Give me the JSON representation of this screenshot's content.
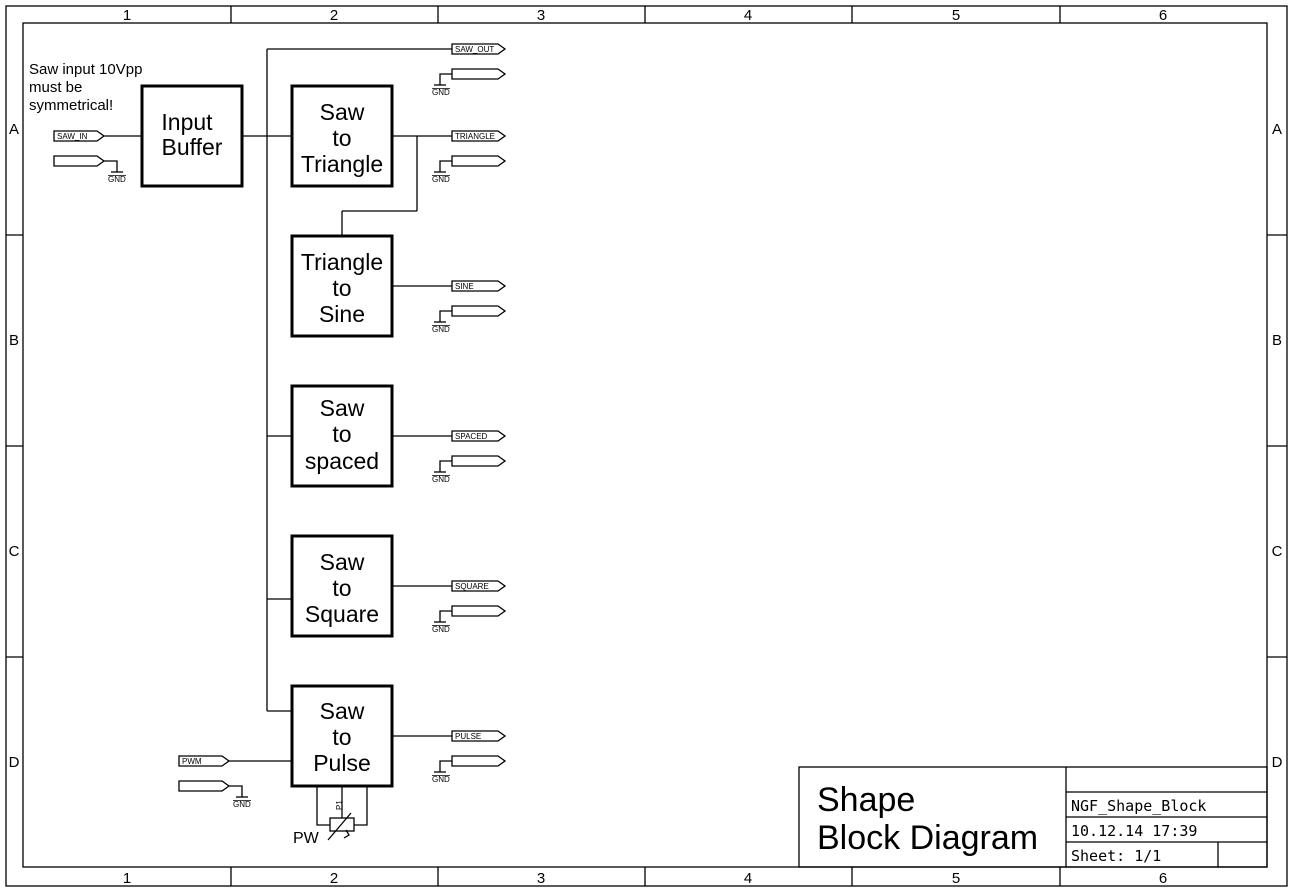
{
  "frame": {
    "cols": [
      "1",
      "2",
      "3",
      "4",
      "5",
      "6"
    ],
    "rows": [
      "A",
      "B",
      "C",
      "D"
    ]
  },
  "note": [
    "Saw input 10Vpp",
    "must be",
    "symmetrical!"
  ],
  "ports": {
    "saw_in": "SAW_IN",
    "saw_out": "SAW_OUT",
    "triangle": "TRIANGLE",
    "sine": "SINE",
    "spaced": "SPACED",
    "square": "SQUARE",
    "pulse": "PULSE",
    "pwm": "PWM",
    "gnd": "GND"
  },
  "blocks": {
    "input_buffer": [
      "Input",
      "Buffer"
    ],
    "saw_triangle": [
      "Saw",
      "to",
      "Triangle"
    ],
    "triangle_sine": [
      "Triangle",
      "to",
      "Sine"
    ],
    "saw_spaced": [
      "Saw",
      "to",
      "spaced"
    ],
    "saw_square": [
      "Saw",
      "to",
      "Square"
    ],
    "saw_pulse": [
      "Saw",
      "to",
      "Pulse"
    ]
  },
  "pot": {
    "ref": "P1",
    "label": "PW"
  },
  "title_block": {
    "title_line1": "Shape",
    "title_line2": "Block Diagram",
    "name": "NGF_Shape_Block",
    "date": "10.12.14 17:39",
    "sheet": "Sheet: 1/1"
  }
}
